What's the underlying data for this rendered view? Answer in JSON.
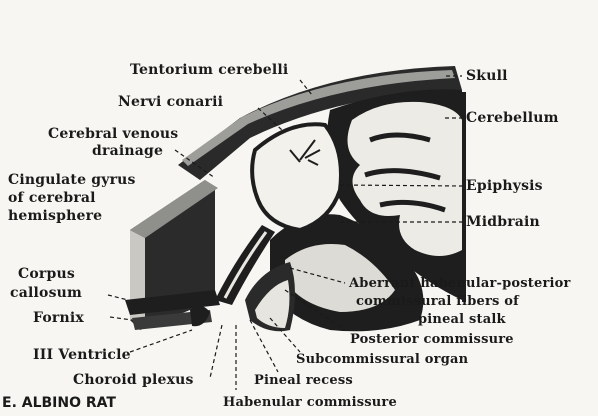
{
  "figure": {
    "caption": "E. ALBINO RAT",
    "labels": {
      "tentorium": "Tentorium cerebelli",
      "nervi_conarii": "Nervi conarii",
      "cerebral_venous_1": "Cerebral venous",
      "cerebral_venous_2": "drainage",
      "cingulate_1": "Cingulate gyrus",
      "cingulate_2": "of cerebral",
      "cingulate_3": "hemisphere",
      "corpus_1": "Corpus",
      "corpus_2": "callosum",
      "fornix": "Fornix",
      "third_ventricle": "III Ventricle",
      "choroid": "Choroid plexus",
      "skull": "Skull",
      "cerebellum": "Cerebellum",
      "epiphysis": "Epiphysis",
      "midbrain": "Midbrain",
      "aberrant_1": "Aberrant habenular-posterior",
      "aberrant_2": "commissural fibers of",
      "aberrant_3": "pineal stalk",
      "posterior_commissure": "Posterior commissure",
      "subcommissural": "Subcommissural organ",
      "pineal_recess": "Pineal recess",
      "habenular_commissure": "Habenular commissure"
    }
  }
}
